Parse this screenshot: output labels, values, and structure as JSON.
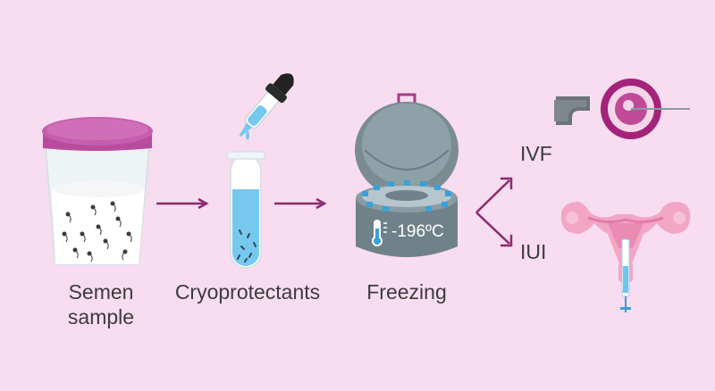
{
  "steps": [
    {
      "line1": "Semen",
      "line2": "sample"
    },
    {
      "line1": "Cryoprotectants"
    },
    {
      "line1": "Freezing"
    }
  ],
  "temperature": "-196ºC",
  "outcomes": [
    {
      "label": "IVF"
    },
    {
      "label": "IUI"
    }
  ],
  "colors": {
    "background": "#f8dcef",
    "arrow": "#8b2a6e",
    "cup_lid": "#c04aa0",
    "liquid": "#6ec6ee",
    "freezer": "#7e8f95",
    "uterus": "#f2a6c4"
  }
}
